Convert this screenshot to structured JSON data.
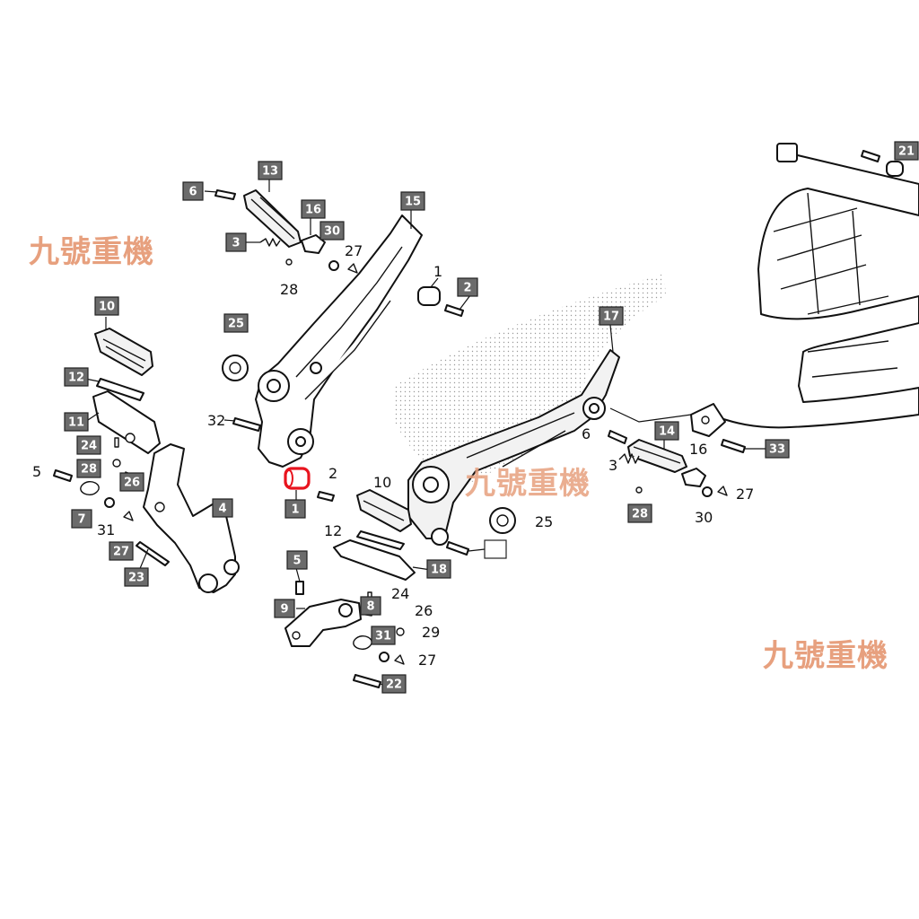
{
  "colors": {
    "box_fill": "#6b6b6b",
    "highlight_fill": "#ffef1a",
    "highlight_part": "#e8141e",
    "watermark": "#e7a07e"
  },
  "watermarks": [
    "九號重機",
    "九號重機",
    "九號重機"
  ],
  "callouts": {
    "c1": "1",
    "c2": "2",
    "c3": "3",
    "c4": "4",
    "c5": "5",
    "c6": "6",
    "c7": "7",
    "c8": "8",
    "c9": "9",
    "c10": "10",
    "c11": "11",
    "c12": "12",
    "c13": "13",
    "c14": "14",
    "c15": "15",
    "c16": "16",
    "c17": "17",
    "c18": "18",
    "c21": "21",
    "c22": "22",
    "c23": "23",
    "c24": "24",
    "c25": "25",
    "c26": "26",
    "c27": "27",
    "c28": "28",
    "c29": "29",
    "c30": "30",
    "c31": "31",
    "c32": "32",
    "c33": "33"
  },
  "highlighted_callout": "1"
}
